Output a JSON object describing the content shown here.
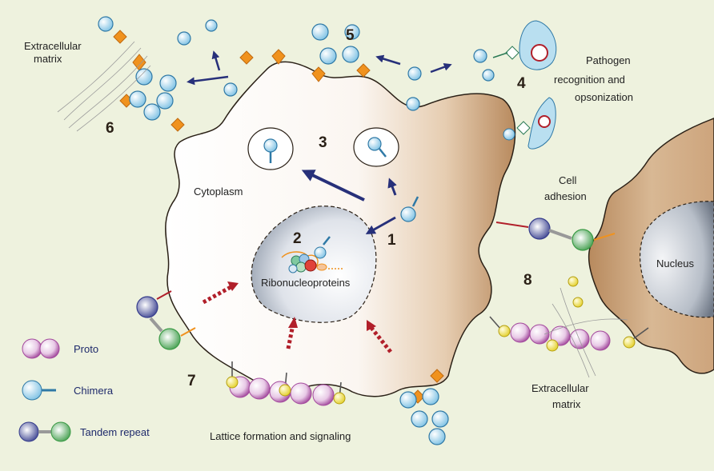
{
  "labels": {
    "ecm_top": [
      "Extracellular",
      "matrix"
    ],
    "ecm_bottom": [
      "Extracellular",
      "matrix"
    ],
    "pathogen": [
      "Pathogen",
      "recognition and",
      "opsonization"
    ],
    "cell_adhesion": [
      "Cell",
      "adhesion"
    ],
    "cytoplasm": "Cytoplasm",
    "ribonucleoproteins": "Ribonucleoproteins",
    "nucleus": "Nucleus",
    "lattice": "Lattice formation and signaling"
  },
  "numbers": [
    "1",
    "2",
    "3",
    "4",
    "5",
    "6",
    "7",
    "8"
  ],
  "legend": [
    {
      "name": "Proto"
    },
    {
      "name": "Chimera"
    },
    {
      "name": "Tandem repeat"
    }
  ],
  "colors": {
    "background": "#eef2de",
    "cell_edge": "#c39a72",
    "chimera": "#8ecbe8",
    "chimera_stroke": "#2f79a6",
    "proto": "#a34a9d",
    "ligand": "#f0921e",
    "arrow_blue": "#27307a",
    "arrow_red": "#b11f2a",
    "tandem_n": "#353c8c",
    "tandem_c": "#3a9a45"
  }
}
